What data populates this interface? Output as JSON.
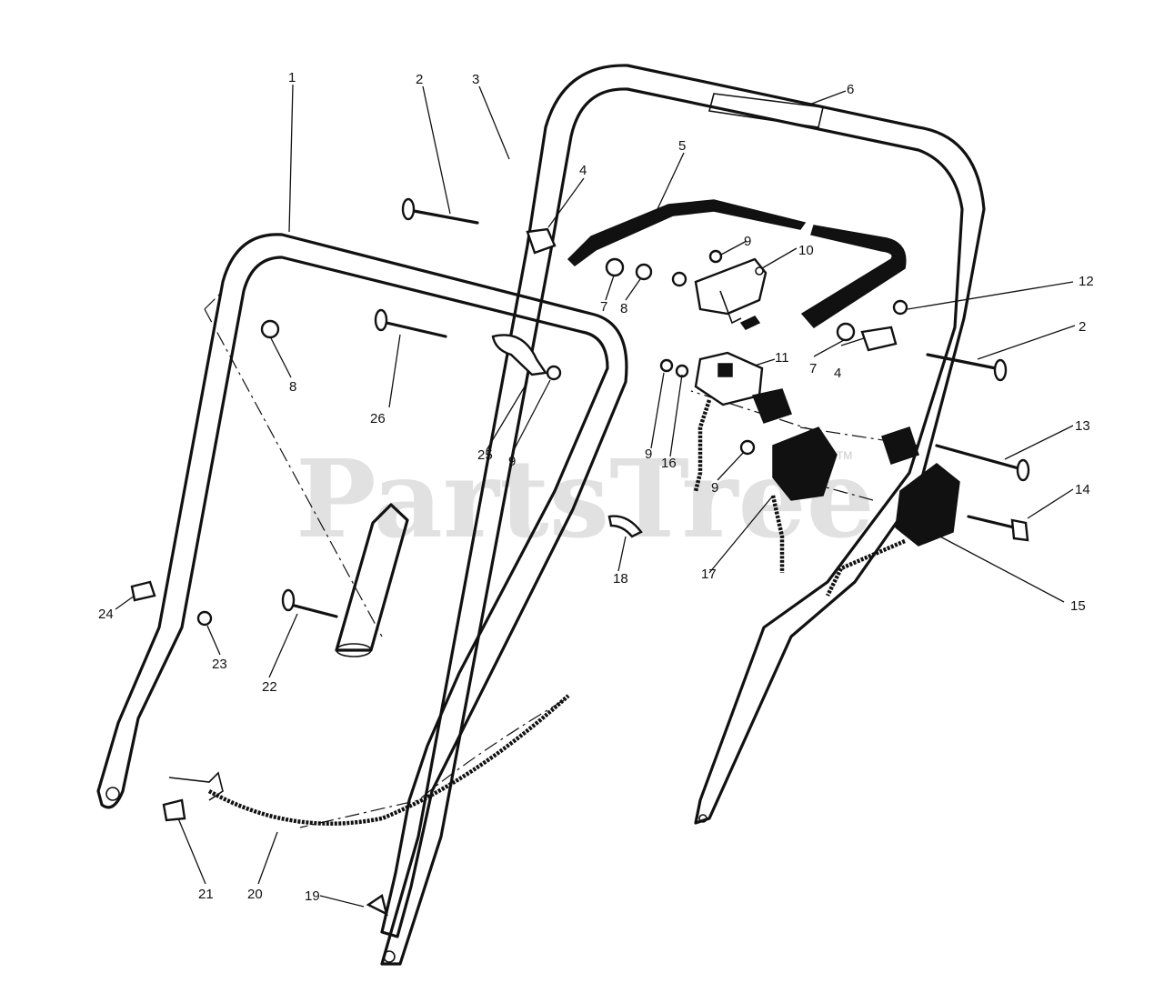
{
  "watermark": {
    "text": "PartsTree",
    "tm": "TM"
  },
  "callouts": {
    "c1": "1",
    "c2a": "2",
    "c2b": "2",
    "c3": "3",
    "c4a": "4",
    "c4b": "4",
    "c5": "5",
    "c6": "6",
    "c7a": "7",
    "c7b": "7",
    "c8a": "8",
    "c8b": "8",
    "c9a": "9",
    "c9b": "9",
    "c9c": "9",
    "c9d": "9",
    "c10": "10",
    "c11": "11",
    "c12": "12",
    "c13": "13",
    "c14": "14",
    "c15": "15",
    "c16": "16",
    "c17": "17",
    "c18": "18",
    "c19": "19",
    "c20": "20",
    "c21": "21",
    "c22": "22",
    "c23": "23",
    "c24": "24",
    "c25": "25",
    "c26": "26"
  }
}
